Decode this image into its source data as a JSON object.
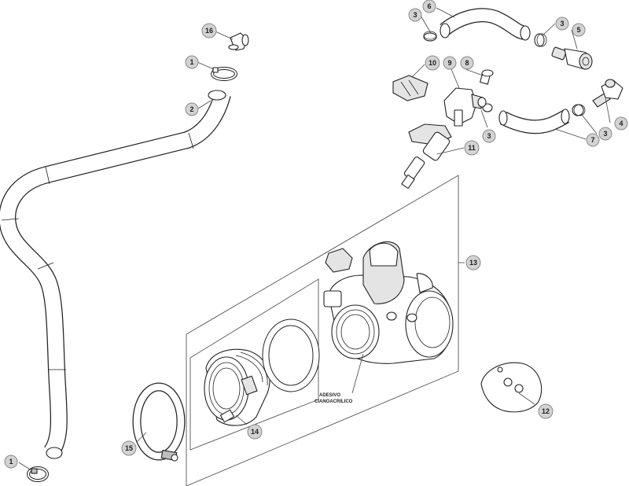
{
  "callouts": {
    "c1_top": "1",
    "c1_bottom": "1",
    "c2": "2",
    "c3_a": "3",
    "c3_b": "3",
    "c3_c": "3",
    "c3_d": "3",
    "c4": "4",
    "c5": "5",
    "c6": "6",
    "c7": "7",
    "c8": "8",
    "c9": "9",
    "c10": "10",
    "c11": "11",
    "c12": "12",
    "c13": "13",
    "c14": "14",
    "c15": "15",
    "c16": "16"
  },
  "annotation": {
    "line1": "ADESIVO",
    "line2": "CIANOACRILICO"
  }
}
